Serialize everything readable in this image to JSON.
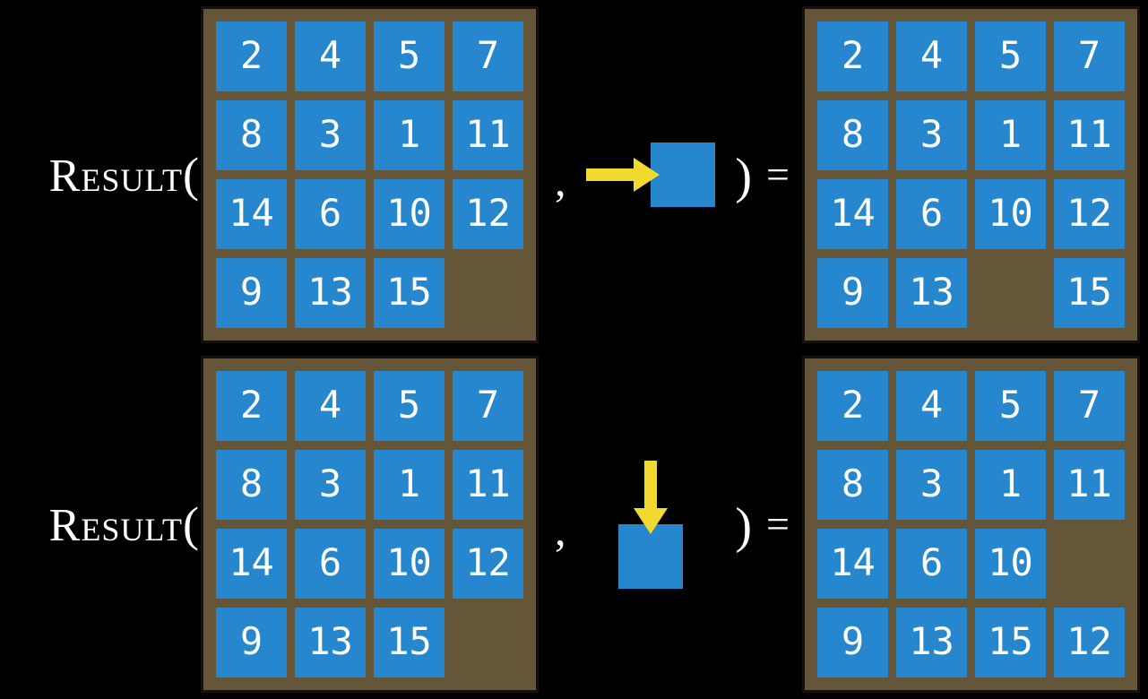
{
  "labels": {
    "function_name": "Result",
    "open_paren": "(",
    "comma": ",",
    "close_paren": ")",
    "equals": "="
  },
  "colors": {
    "background": "#000000",
    "tile_blue": "#2787ce",
    "frame_brown": "#65563a",
    "frame_edge": "#15120d",
    "arrow_yellow": "#f2d92f",
    "number_white": "#ffffff"
  },
  "icons": {
    "example_1_action": "arrow-right-into-tile",
    "example_2_action": "arrow-down-into-tile"
  },
  "examples": [
    {
      "id": "slide-right",
      "action_direction": "right",
      "before": [
        [
          "2",
          "4",
          "5",
          "7"
        ],
        [
          "8",
          "3",
          "1",
          "11"
        ],
        [
          "14",
          "6",
          "10",
          "12"
        ],
        [
          "9",
          "13",
          "15",
          ""
        ]
      ],
      "after": [
        [
          "2",
          "4",
          "5",
          "7"
        ],
        [
          "8",
          "3",
          "1",
          "11"
        ],
        [
          "14",
          "6",
          "10",
          "12"
        ],
        [
          "9",
          "13",
          "",
          "15"
        ]
      ]
    },
    {
      "id": "slide-down",
      "action_direction": "down",
      "before": [
        [
          "2",
          "4",
          "5",
          "7"
        ],
        [
          "8",
          "3",
          "1",
          "11"
        ],
        [
          "14",
          "6",
          "10",
          "12"
        ],
        [
          "9",
          "13",
          "15",
          ""
        ]
      ],
      "after": [
        [
          "2",
          "4",
          "5",
          "7"
        ],
        [
          "8",
          "3",
          "1",
          "11"
        ],
        [
          "14",
          "6",
          "10",
          ""
        ],
        [
          "9",
          "13",
          "15",
          "12"
        ]
      ]
    }
  ]
}
